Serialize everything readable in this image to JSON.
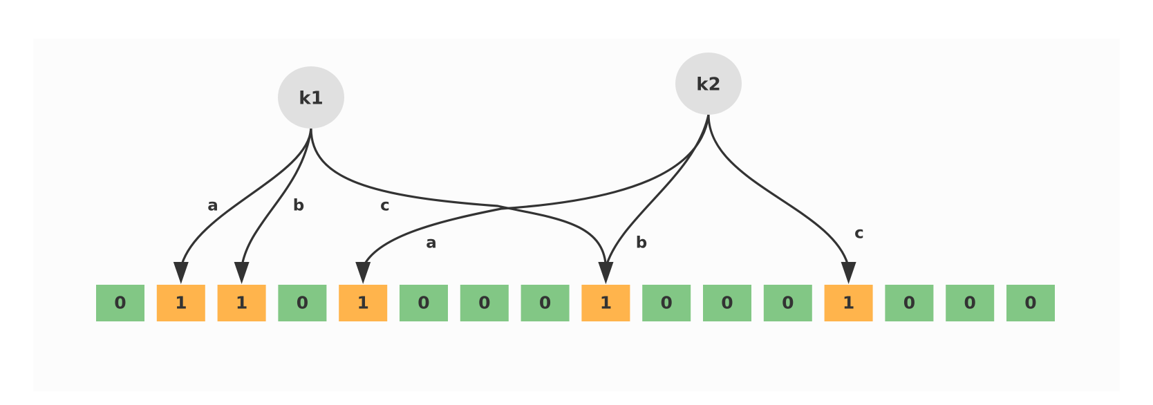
{
  "nodes": [
    {
      "id": "k1",
      "label": "k1"
    },
    {
      "id": "k2",
      "label": "k2"
    }
  ],
  "bits": [
    "0",
    "1",
    "1",
    "0",
    "1",
    "0",
    "0",
    "0",
    "1",
    "0",
    "0",
    "0",
    "1",
    "0",
    "0",
    "0"
  ],
  "edges": [
    {
      "from": "k1",
      "to_index": 1,
      "label": "a"
    },
    {
      "from": "k1",
      "to_index": 2,
      "label": "b"
    },
    {
      "from": "k1",
      "to_index": 8,
      "label": "c"
    },
    {
      "from": "k2",
      "to_index": 4,
      "label": "a"
    },
    {
      "from": "k2",
      "to_index": 8,
      "label": "b"
    },
    {
      "from": "k2",
      "to_index": 12,
      "label": "c"
    }
  ],
  "colors": {
    "zero": "#82c785",
    "one": "#ffb44c",
    "node": "#e0e0e0",
    "stroke": "#333333"
  }
}
